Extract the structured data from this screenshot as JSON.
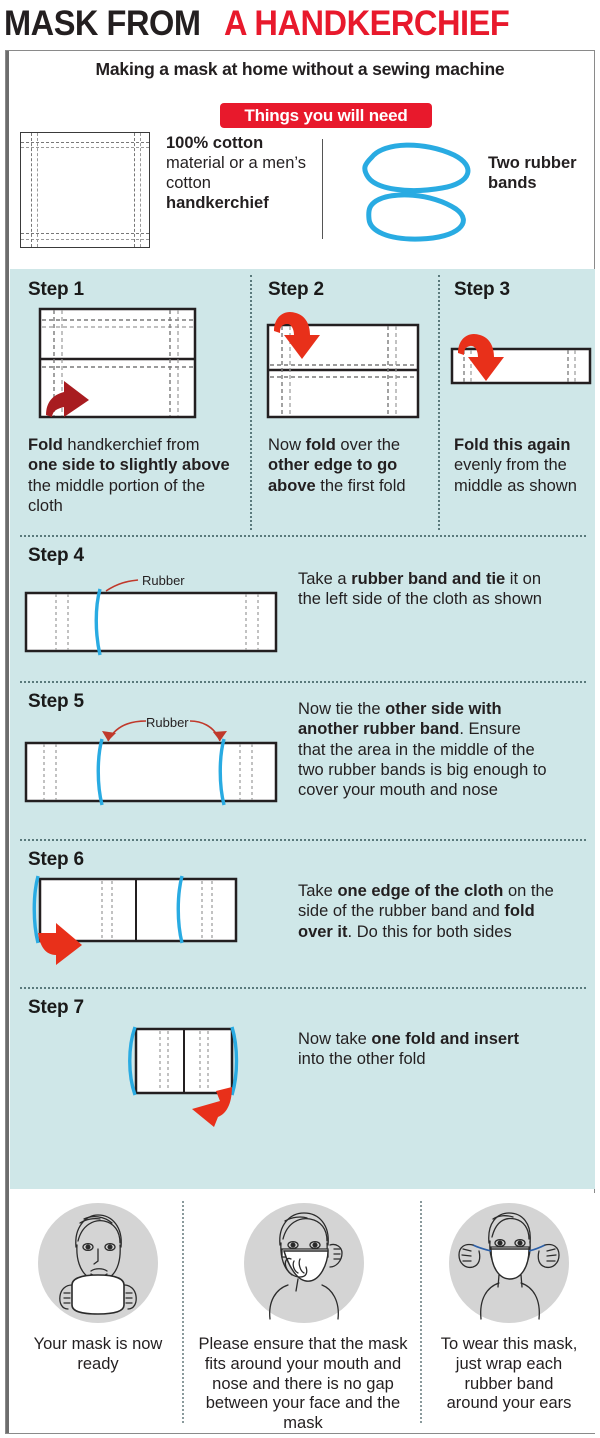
{
  "headline": {
    "part1": "MASK FROM",
    "part2": "A HANDKERCHIEF",
    "black": "#231f20",
    "red": "#e8192c"
  },
  "subtitle": "Making a mask at home without a sewing machine",
  "needs": {
    "badge": "Things you will need",
    "material": {
      "strong1": "100% cotton",
      "normal": "material or a men’s cotton ",
      "strong2": "handkerchief"
    },
    "bands_label": "Two rubber bands",
    "band_color": "#29abe2"
  },
  "colors": {
    "panel_bg": "#cfe7e8",
    "arrow_dark_red": "#a81c20",
    "arrow_bright_red": "#e8301a",
    "rubber_blue": "#29abe2",
    "annotation_red": "#c0392b",
    "cloth_outline": "#231f20",
    "photo_circle": "#d4d4d4"
  },
  "steps": [
    {
      "title": "Step 1",
      "text_html": "<b>Fold</b> handkerchief from <b>one side to slightly above</b> the middle portion of the cloth"
    },
    {
      "title": "Step 2",
      "text_html": "Now <b>fold</b> over the <b>other edge to go above</b> the first fold"
    },
    {
      "title": "Step 3",
      "text_html": "<b>Fold this again</b> evenly from the middle as shown"
    },
    {
      "title": "Step 4",
      "annotation": "Rubber",
      "text_html": "Take a <b>rubber band and tie</b> it on the left side of the cloth as shown"
    },
    {
      "title": "Step 5",
      "annotation": "Rubber",
      "text_html": "Now tie the <b>other side with another rubber band</b>. Ensure that the area in the middle of the two rubber bands is big enough to cover your mouth and nose"
    },
    {
      "title": "Step 6",
      "text_html": "Take <b>one edge of the cloth</b> on the side of the rubber band and <b>fold over it</b>. Do this for both sides"
    },
    {
      "title": "Step 7",
      "text_html": "Now take <b>one fold and insert</b> into the other fold"
    }
  ],
  "bottom_panels": [
    {
      "caption": "Your mask is now ready",
      "icon": "woman-holding-mask-icon"
    },
    {
      "caption": "Please ensure that the mask fits around your mouth and nose and there is no gap between your face and the mask",
      "icon": "woman-adjusting-mask-icon"
    },
    {
      "caption": "To wear this mask, just wrap each rubber band around your ears",
      "icon": "woman-wearing-mask-icon"
    }
  ]
}
